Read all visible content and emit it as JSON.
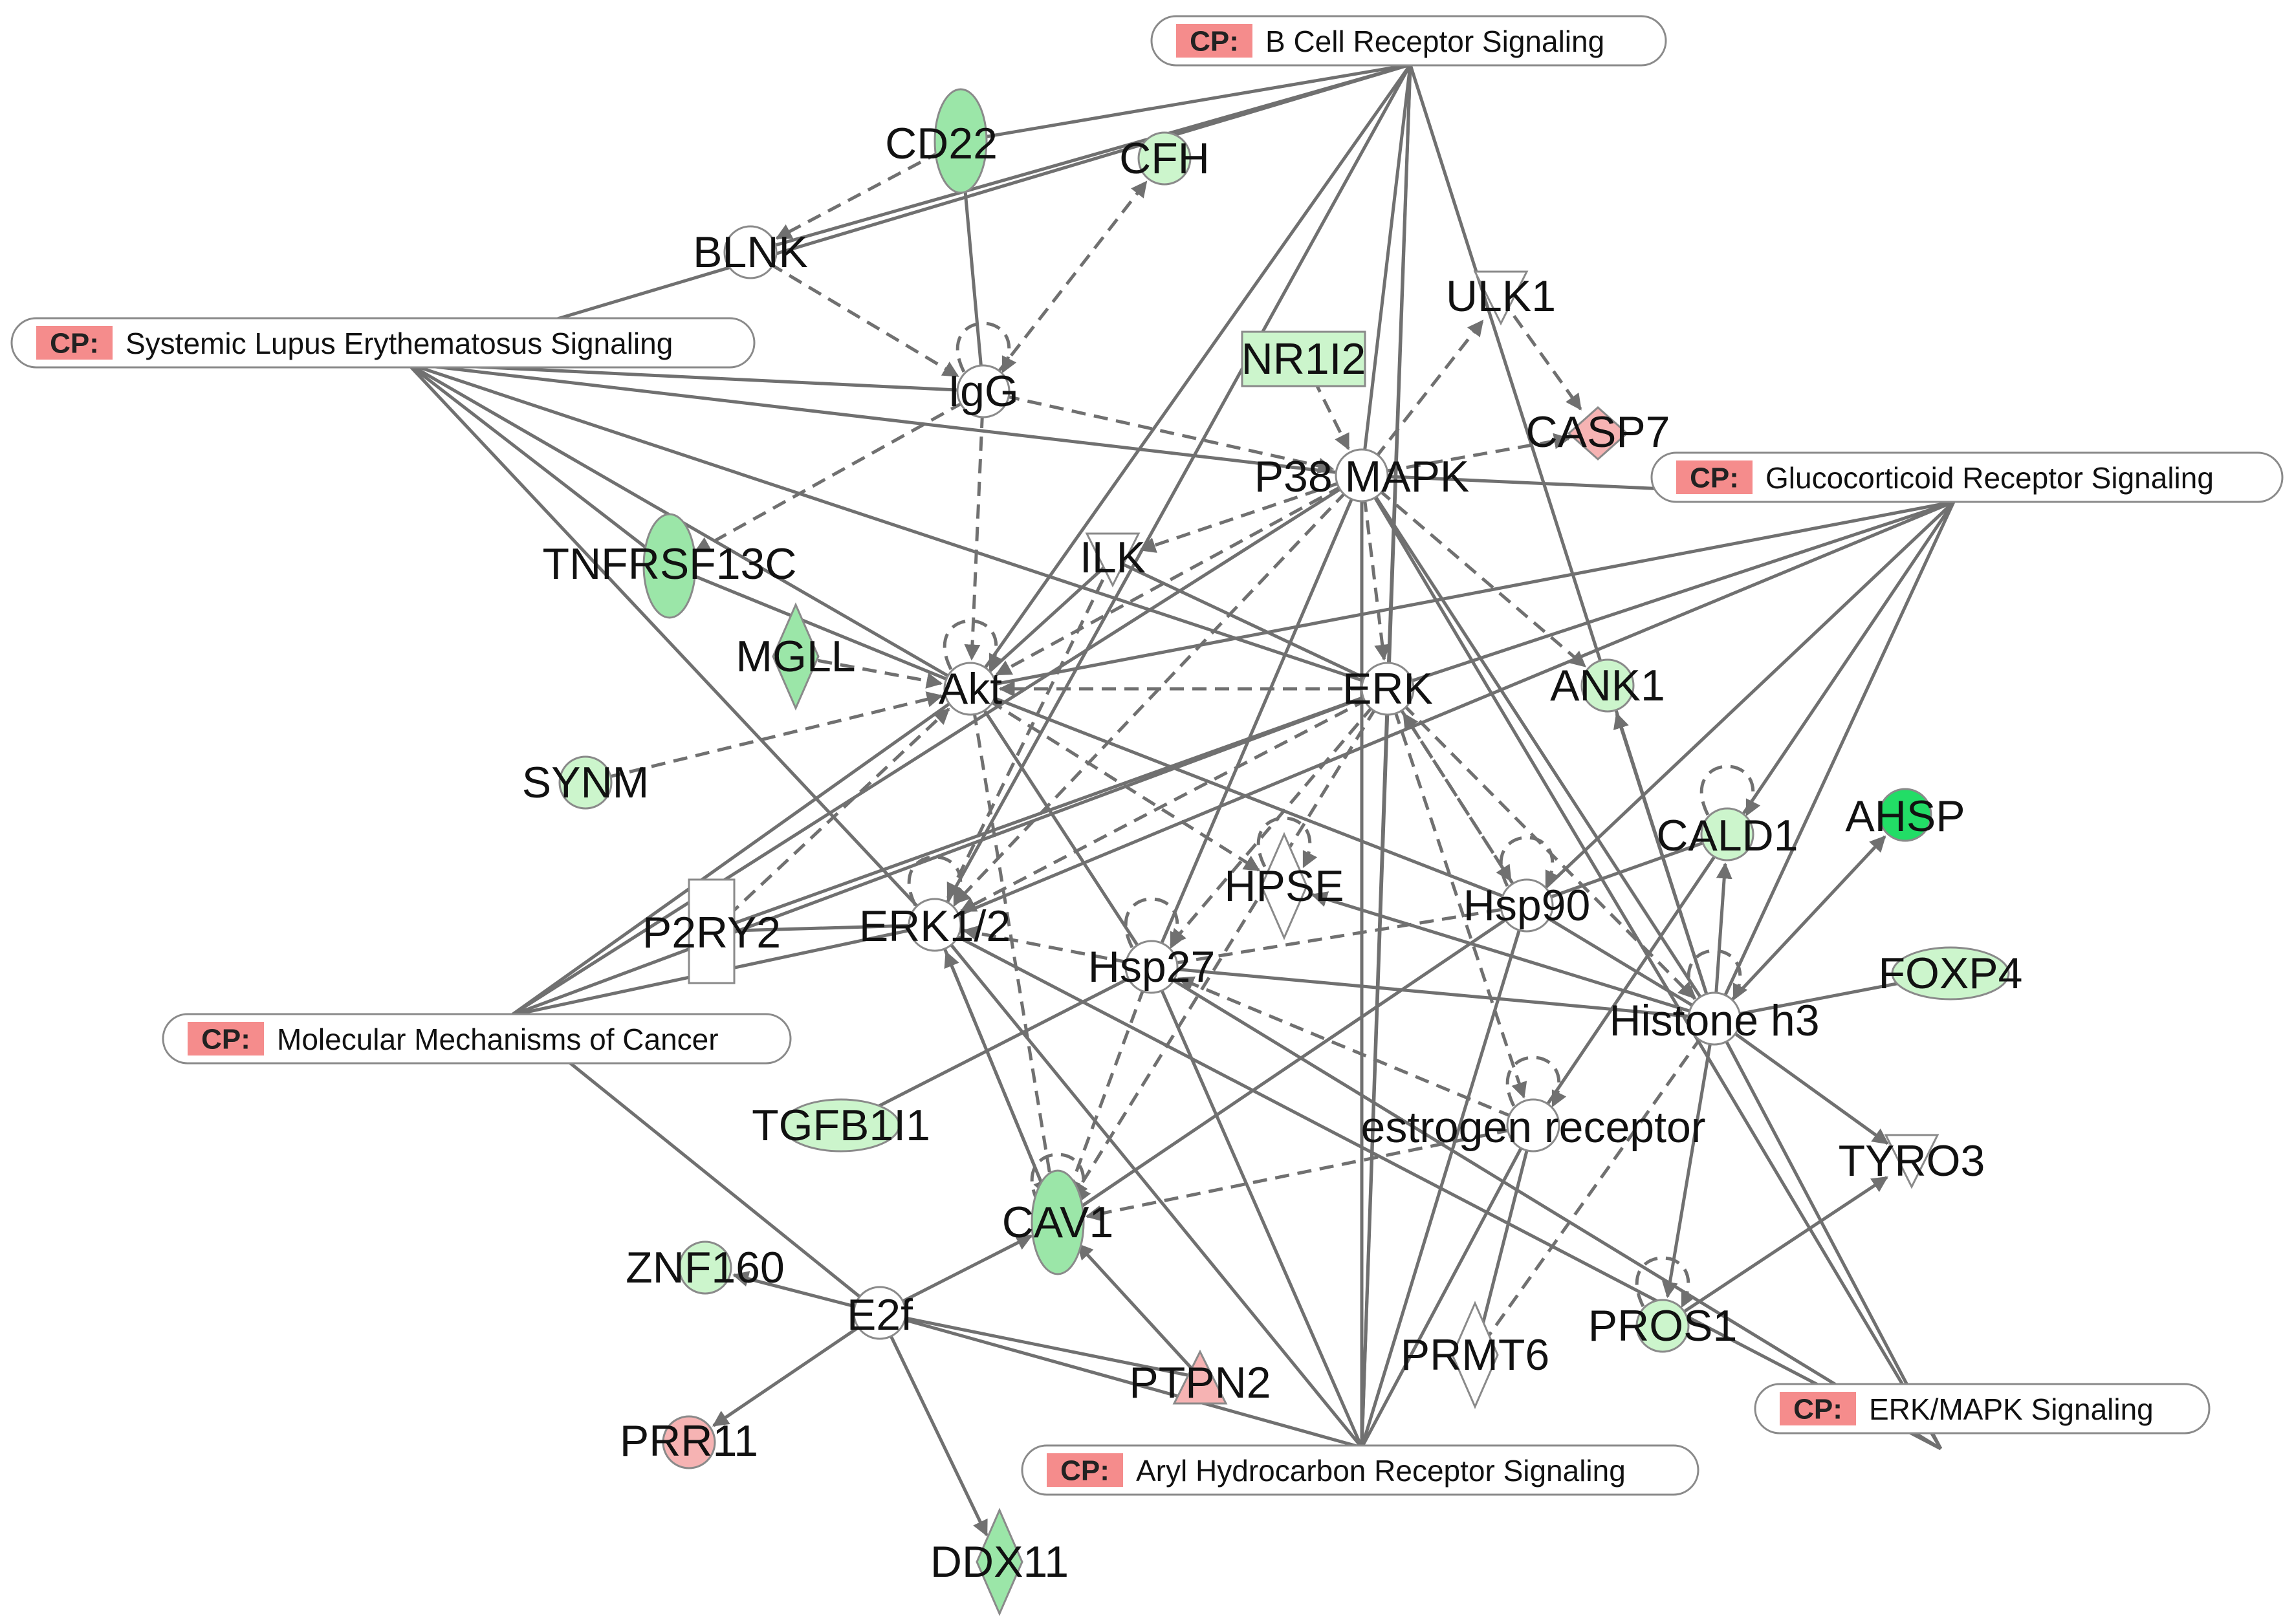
{
  "colors": {
    "edge": "#707070",
    "up": "#f6b3b3",
    "up_strong": "#f28b8b",
    "down_light": "#ccf5cc",
    "down": "#9be6a8",
    "down_strong": "#22dd66",
    "neutral": "#ffffff",
    "cp_tag": "#f58c8c"
  },
  "cp_tag_label": "CP:",
  "pathways": [
    {
      "id": "bcr",
      "label": "B Cell Receptor Signaling"
    },
    {
      "id": "sle",
      "label": "Systemic Lupus Erythematosus Signaling"
    },
    {
      "id": "gcr",
      "label": "Glucocorticoid Receptor Signaling"
    },
    {
      "id": "mmc",
      "label": "Molecular Mechanisms of Cancer"
    },
    {
      "id": "erkmapk",
      "label": "ERK/MAPK Signaling"
    },
    {
      "id": "ahr",
      "label": "Aryl Hydrocarbon Receptor Signaling"
    }
  ],
  "nodes": [
    {
      "id": "CD22",
      "label": "CD22",
      "shape": "ellipse-v",
      "color": "down"
    },
    {
      "id": "CFH",
      "label": "CFH",
      "shape": "circle",
      "color": "down_light"
    },
    {
      "id": "BLNK",
      "label": "BLNK",
      "shape": "circle",
      "color": "neutral"
    },
    {
      "id": "IgG",
      "label": "IgG",
      "shape": "circle",
      "color": "neutral"
    },
    {
      "id": "NR1I2",
      "label": "NR1I2",
      "shape": "rect",
      "color": "down_light"
    },
    {
      "id": "ULK1",
      "label": "ULK1",
      "shape": "triangle-down",
      "color": "neutral"
    },
    {
      "id": "CASP7",
      "label": "CASP7",
      "shape": "diamond-h",
      "color": "up"
    },
    {
      "id": "P38MAPK",
      "label": "P38 MAPK",
      "shape": "circle",
      "color": "neutral"
    },
    {
      "id": "TNFRSF13C",
      "label": "TNFRSF13C",
      "shape": "ellipse-v",
      "color": "down"
    },
    {
      "id": "ILK",
      "label": "ILK",
      "shape": "triangle-down",
      "color": "neutral"
    },
    {
      "id": "MGLL",
      "label": "MGLL",
      "shape": "diamond-v",
      "color": "down"
    },
    {
      "id": "Akt",
      "label": "Akt",
      "shape": "circle",
      "color": "neutral"
    },
    {
      "id": "ERK",
      "label": "ERK",
      "shape": "circle",
      "color": "neutral"
    },
    {
      "id": "ANK1",
      "label": "ANK1",
      "shape": "circle",
      "color": "down_light"
    },
    {
      "id": "SYNM",
      "label": "SYNM",
      "shape": "circle",
      "color": "down_light"
    },
    {
      "id": "CALD1",
      "label": "CALD1",
      "shape": "circle",
      "color": "down_light"
    },
    {
      "id": "AHSP",
      "label": "AHSP",
      "shape": "circle",
      "color": "down_strong"
    },
    {
      "id": "HPSE",
      "label": "HPSE",
      "shape": "diamond-v",
      "color": "neutral"
    },
    {
      "id": "Hsp90",
      "label": "Hsp90",
      "shape": "circle",
      "color": "neutral"
    },
    {
      "id": "P2RY2",
      "label": "P2RY2",
      "shape": "rect-v",
      "color": "neutral"
    },
    {
      "id": "ERK12",
      "label": "ERK1/2",
      "shape": "circle",
      "color": "neutral"
    },
    {
      "id": "Hsp27",
      "label": "Hsp27",
      "shape": "circle",
      "color": "neutral"
    },
    {
      "id": "FOXP4",
      "label": "FOXP4",
      "shape": "ellipse-h",
      "color": "down_light"
    },
    {
      "id": "Histoneh3",
      "label": "Histone h3",
      "shape": "circle",
      "color": "neutral"
    },
    {
      "id": "TGFB1I1",
      "label": "TGFB1I1",
      "shape": "ellipse-h",
      "color": "down_light"
    },
    {
      "id": "estrogen",
      "label": "estrogen receptor",
      "shape": "circle",
      "color": "neutral"
    },
    {
      "id": "TYRO3",
      "label": "TYRO3",
      "shape": "triangle-down",
      "color": "neutral"
    },
    {
      "id": "CAV1",
      "label": "CAV1",
      "shape": "ellipse-v",
      "color": "down"
    },
    {
      "id": "ZNF160",
      "label": "ZNF160",
      "shape": "circle",
      "color": "down_light"
    },
    {
      "id": "E2f",
      "label": "E2f",
      "shape": "circle",
      "color": "neutral"
    },
    {
      "id": "PROS1",
      "label": "PROS1",
      "shape": "circle",
      "color": "down_light"
    },
    {
      "id": "PRMT6",
      "label": "PRMT6",
      "shape": "diamond-v",
      "color": "neutral"
    },
    {
      "id": "PTPN2",
      "label": "PTPN2",
      "shape": "triangle-up",
      "color": "up"
    },
    {
      "id": "PRR11",
      "label": "PRR11",
      "shape": "circle",
      "color": "up"
    },
    {
      "id": "DDX11",
      "label": "DDX11",
      "shape": "diamond-v",
      "color": "down"
    }
  ],
  "edges": [
    {
      "s": "bcr",
      "t": "CD22",
      "type": "solid"
    },
    {
      "s": "bcr",
      "t": "BLNK",
      "type": "solid"
    },
    {
      "s": "bcr",
      "t": "sle",
      "type": "solid"
    },
    {
      "s": "bcr",
      "t": "Akt",
      "type": "solid"
    },
    {
      "s": "bcr",
      "t": "P38MAPK",
      "type": "solid"
    },
    {
      "s": "bcr",
      "t": "ERK12",
      "type": "solid"
    },
    {
      "s": "bcr",
      "t": "ERK",
      "type": "solid"
    },
    {
      "s": "bcr",
      "t": "ahr",
      "type": "solid"
    },
    {
      "s": "bcr",
      "t": "Histoneh3",
      "type": "solid"
    },
    {
      "s": "sle",
      "t": "IgG",
      "type": "solid"
    },
    {
      "s": "sle",
      "t": "P38MAPK",
      "type": "solid"
    },
    {
      "s": "sle",
      "t": "TNFRSF13C",
      "type": "solid"
    },
    {
      "s": "sle",
      "t": "Akt",
      "type": "solid"
    },
    {
      "s": "sle",
      "t": "ERK",
      "type": "solid"
    },
    {
      "s": "sle",
      "t": "ERK12",
      "type": "solid"
    },
    {
      "s": "gcr",
      "t": "P38MAPK",
      "type": "solid"
    },
    {
      "s": "gcr",
      "t": "Akt",
      "type": "solid"
    },
    {
      "s": "gcr",
      "t": "ERK",
      "type": "solid"
    },
    {
      "s": "gcr",
      "t": "Hsp90",
      "type": "solid"
    },
    {
      "s": "gcr",
      "t": "Histoneh3",
      "type": "solid"
    },
    {
      "s": "gcr",
      "t": "estrogen",
      "type": "solid"
    },
    {
      "s": "gcr",
      "t": "ERK12",
      "type": "solid"
    },
    {
      "s": "mmc",
      "t": "Akt",
      "type": "solid"
    },
    {
      "s": "mmc",
      "t": "ERK",
      "type": "solid"
    },
    {
      "s": "mmc",
      "t": "ERK12",
      "type": "solid"
    },
    {
      "s": "mmc",
      "t": "P38MAPK",
      "type": "solid"
    },
    {
      "s": "mmc",
      "t": "E2f",
      "type": "solid"
    },
    {
      "s": "ahr",
      "t": "P38MAPK",
      "type": "solid"
    },
    {
      "s": "ahr",
      "t": "ERK",
      "type": "solid"
    },
    {
      "s": "ahr",
      "t": "ERK12",
      "type": "solid"
    },
    {
      "s": "ahr",
      "t": "Hsp27",
      "type": "solid"
    },
    {
      "s": "ahr",
      "t": "Hsp90",
      "type": "solid"
    },
    {
      "s": "ahr",
      "t": "estrogen",
      "type": "solid"
    },
    {
      "s": "ahr",
      "t": "E2f",
      "type": "solid"
    },
    {
      "s": "erkmapk",
      "t": "Histoneh3",
      "type": "solid"
    },
    {
      "s": "erkmapk",
      "t": "ERK12",
      "type": "solid"
    },
    {
      "s": "erkmapk",
      "t": "Hsp27",
      "type": "solid"
    },
    {
      "s": "erkmapk",
      "t": "P38MAPK",
      "type": "solid"
    },
    {
      "s": "CD22",
      "t": "BLNK",
      "type": "dashed",
      "arrow": true
    },
    {
      "s": "CD22",
      "t": "IgG",
      "type": "solid"
    },
    {
      "s": "BLNK",
      "t": "IgG",
      "type": "dashed",
      "arrow": true
    },
    {
      "s": "IgG",
      "t": "CFH",
      "type": "dashed",
      "arrow": true
    },
    {
      "s": "IgG",
      "t": "TNFRSF13C",
      "type": "dashed",
      "arrow": true
    },
    {
      "s": "IgG",
      "t": "Akt",
      "type": "dashed",
      "arrow": true
    },
    {
      "s": "IgG",
      "t": "P38MAPK",
      "type": "dashed",
      "arrow": true
    },
    {
      "s": "NR1I2",
      "t": "P38MAPK",
      "type": "dashed",
      "arrow": true
    },
    {
      "s": "P38MAPK",
      "t": "ULK1",
      "type": "dashed",
      "arrow": true
    },
    {
      "s": "ULK1",
      "t": "CASP7",
      "type": "dashed",
      "arrow": true
    },
    {
      "s": "P38MAPK",
      "t": "CASP7",
      "type": "dashed",
      "arrow": true
    },
    {
      "s": "P38MAPK",
      "t": "ILK",
      "type": "dashed",
      "arrow": true
    },
    {
      "s": "P38MAPK",
      "t": "ANK1",
      "type": "dashed",
      "arrow": true
    },
    {
      "s": "P38MAPK",
      "t": "ERK",
      "type": "dashed",
      "arrow": true
    },
    {
      "s": "P38MAPK",
      "t": "Akt",
      "type": "dashed",
      "arrow": true
    },
    {
      "s": "P38MAPK",
      "t": "ERK12",
      "type": "dashed",
      "arrow": true
    },
    {
      "s": "P38MAPK",
      "t": "Histoneh3",
      "type": "solid"
    },
    {
      "s": "P38MAPK",
      "t": "Hsp27",
      "type": "solid"
    },
    {
      "s": "ILK",
      "t": "ERK",
      "type": "solid"
    },
    {
      "s": "ILK",
      "t": "ERK12",
      "type": "dashed",
      "arrow": true
    },
    {
      "s": "ILK",
      "t": "Akt",
      "type": "solid"
    },
    {
      "s": "MGLL",
      "t": "Akt",
      "type": "dashed",
      "arrow": true
    },
    {
      "s": "SYNM",
      "t": "Akt",
      "type": "dashed",
      "arrow": true
    },
    {
      "s": "TNFRSF13C",
      "t": "Akt",
      "type": "solid"
    },
    {
      "s": "ERK",
      "t": "Akt",
      "type": "dashed",
      "arrow": true
    },
    {
      "s": "Akt",
      "t": "Hsp90",
      "type": "solid"
    },
    {
      "s": "Akt",
      "t": "HPSE",
      "type": "dashed",
      "arrow": true
    },
    {
      "s": "Akt",
      "t": "Hsp27",
      "type": "solid"
    },
    {
      "s": "Akt",
      "t": "CAV1",
      "type": "dashed",
      "arrow": true
    },
    {
      "s": "ERK",
      "t": "ERK12",
      "type": "dashed",
      "arrow": true
    },
    {
      "s": "ERK",
      "t": "Hsp27",
      "type": "dashed",
      "arrow": true
    },
    {
      "s": "ERK",
      "t": "Hsp90",
      "type": "dashed",
      "arrow": true
    },
    {
      "s": "ERK",
      "t": "Histoneh3",
      "type": "dashed",
      "arrow": true
    },
    {
      "s": "ERK",
      "t": "CAV1",
      "type": "dashed",
      "arrow": true
    },
    {
      "s": "ERK",
      "t": "estrogen",
      "type": "dashed",
      "arrow": true
    },
    {
      "s": "Hsp90",
      "t": "ERK",
      "type": "dashed",
      "arrow": true
    },
    {
      "s": "Hsp90",
      "t": "CALD1",
      "type": "solid"
    },
    {
      "s": "Hsp90",
      "t": "CAV1",
      "type": "solid"
    },
    {
      "s": "Hsp90",
      "t": "Histoneh3",
      "type": "solid"
    },
    {
      "s": "Histoneh3",
      "t": "ANK1",
      "type": "solid",
      "arrow": true
    },
    {
      "s": "Histoneh3",
      "t": "CALD1",
      "type": "solid",
      "arrow": true
    },
    {
      "s": "Histoneh3",
      "t": "AHSP",
      "type": "solid",
      "arrow": true
    },
    {
      "s": "Histoneh3",
      "t": "FOXP4",
      "type": "solid",
      "arrow": true
    },
    {
      "s": "Histoneh3",
      "t": "TYRO3",
      "type": "solid",
      "arrow": true
    },
    {
      "s": "Histoneh3",
      "t": "PROS1",
      "type": "solid",
      "arrow": true
    },
    {
      "s": "Histoneh3",
      "t": "HPSE",
      "type": "solid",
      "arrow": true
    },
    {
      "s": "Histoneh3",
      "t": "PRMT6",
      "type": "dashed"
    },
    {
      "s": "Histoneh3",
      "t": "Hsp27",
      "type": "solid"
    },
    {
      "s": "Hsp27",
      "t": "ERK12",
      "type": "dashed",
      "arrow": true
    },
    {
      "s": "Hsp27",
      "t": "CAV1",
      "type": "dashed",
      "arrow": true
    },
    {
      "s": "Hsp27",
      "t": "Hsp90",
      "type": "dashed"
    },
    {
      "s": "P2RY2",
      "t": "Akt",
      "type": "dashed",
      "arrow": true
    },
    {
      "s": "P2RY2",
      "t": "ERK",
      "type": "solid"
    },
    {
      "s": "ERK12",
      "t": "P2RY2",
      "type": "solid"
    },
    {
      "s": "ERK12",
      "t": "CAV1",
      "type": "dashed",
      "arrow": true
    },
    {
      "s": "CAV1",
      "t": "ERK12",
      "type": "solid",
      "arrow": true
    },
    {
      "s": "TGFB1I1",
      "t": "Hsp27",
      "type": "solid"
    },
    {
      "s": "estrogen",
      "t": "CAV1",
      "type": "dashed",
      "arrow": true
    },
    {
      "s": "estrogen",
      "t": "Hsp27",
      "type": "dashed",
      "arrow": true
    },
    {
      "s": "PROS1",
      "t": "TYRO3",
      "type": "solid",
      "arrow": true
    },
    {
      "s": "PRMT6",
      "t": "estrogen",
      "type": "solid"
    },
    {
      "s": "E2f",
      "t": "CAV1",
      "type": "solid",
      "arrow": true
    },
    {
      "s": "E2f",
      "t": "ZNF160",
      "type": "solid",
      "arrow": true
    },
    {
      "s": "E2f",
      "t": "PRR11",
      "type": "solid",
      "arrow": true
    },
    {
      "s": "E2f",
      "t": "DDX11",
      "type": "solid",
      "arrow": true
    },
    {
      "s": "E2f",
      "t": "PTPN2",
      "type": "solid"
    },
    {
      "s": "PTPN2",
      "t": "CAV1",
      "type": "solid",
      "arrow": true
    }
  ],
  "self_loops": [
    "IgG",
    "Akt",
    "ERK12",
    "Hsp27",
    "Hsp90",
    "estrogen",
    "CALD1",
    "PROS1",
    "CAV1",
    "Histoneh3",
    "HPSE"
  ]
}
